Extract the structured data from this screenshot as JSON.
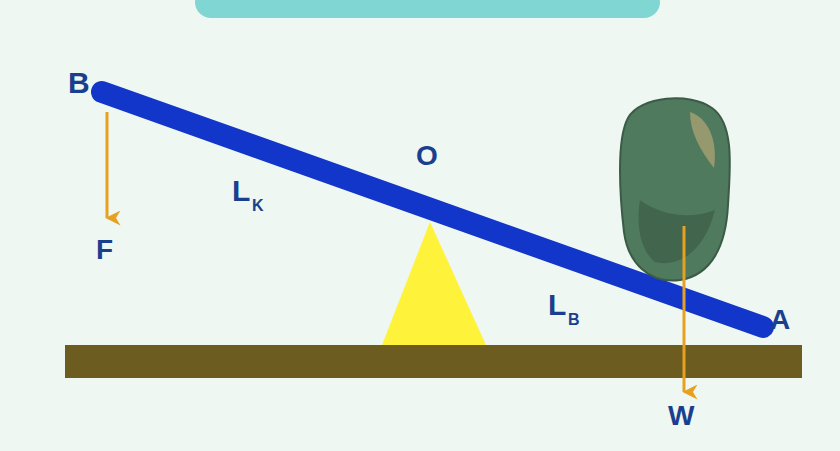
{
  "diagram": {
    "labels": [
      "B",
      "F",
      "L",
      "K",
      "O",
      "L",
      "B",
      "A",
      "W"
    ]
  }
}
